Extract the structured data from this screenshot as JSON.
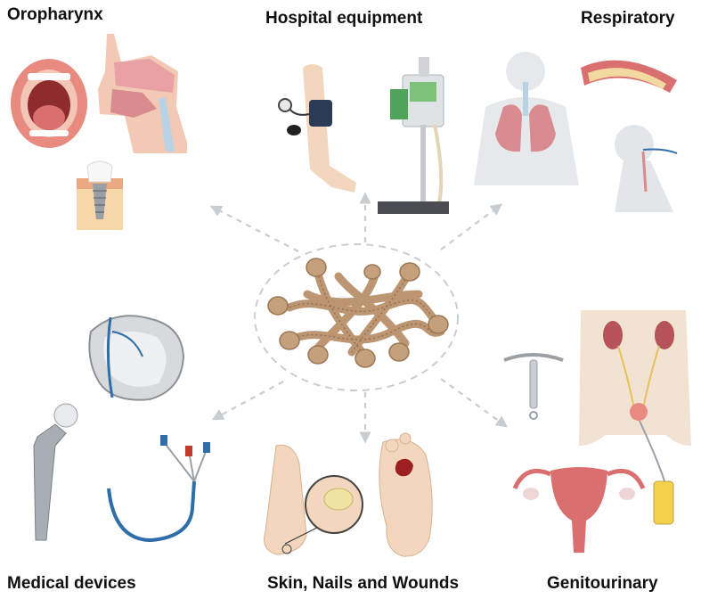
{
  "categories": {
    "oropharynx": "Oropharynx",
    "hospital_equipment": "Hospital equipment",
    "respiratory": "Respiratory",
    "medical_devices": "Medical devices",
    "skin_nails_wounds": "Skin, Nails and Wounds",
    "genitourinary": "Genitourinary"
  },
  "colors": {
    "arrow": "#c8cdd2",
    "biofilm": "#b9916b",
    "organ_pink": "#d98b8f",
    "skin": "#f2d6bd",
    "device_blue": "#2f6ea8"
  }
}
